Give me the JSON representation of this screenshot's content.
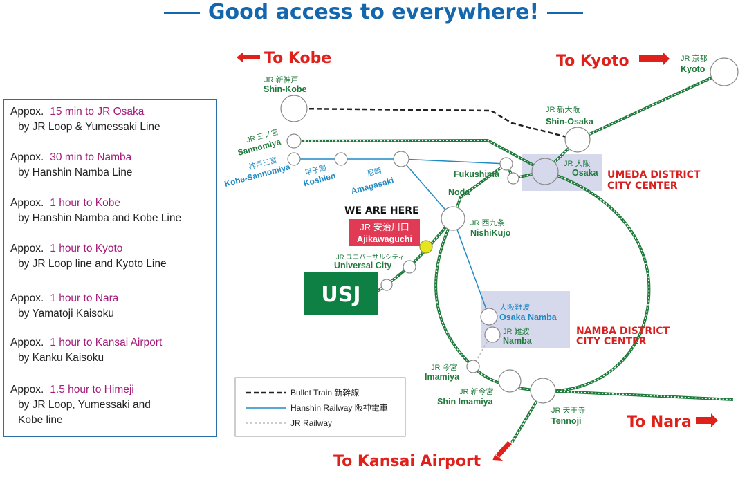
{
  "title": "Good access to everywhere!",
  "directions": {
    "kobe": "To Kobe",
    "kyoto": "To Kyoto",
    "nara": "To Nara",
    "kansai": "To Kansai Airport"
  },
  "stations": {
    "shin_kobe": {
      "jp": "JR 新神戸",
      "en": "Shin-Kobe"
    },
    "sannomiya": {
      "jp": "JR 三ノ宮",
      "en": "Sannomiya"
    },
    "kobe_sannomiya": {
      "jp": "神戸三宮",
      "en": "Kobe-Sannomiya"
    },
    "koshien": {
      "jp": "甲子園",
      "en": "Koshien"
    },
    "amagasaki": {
      "jp": "尼崎",
      "en": "Amagasaki"
    },
    "shin_osaka": {
      "jp": "JR 新大阪",
      "en": "Shin-Osaka"
    },
    "kyoto": {
      "jp": "JR 京都",
      "en": "Kyoto"
    },
    "osaka": {
      "jp": "JR 大阪",
      "en": "Osaka"
    },
    "fukushima": {
      "en": "Fukushima"
    },
    "noda": {
      "en": "Noda"
    },
    "nishikujo": {
      "jp": "JR 西九条",
      "en": "NishiKujo"
    },
    "ajikawaguchi": {
      "jp": "JR 安治川口",
      "en": "Ajikawaguchi"
    },
    "universal_city": {
      "jp": "JR ユニバーサルシティ",
      "en": "Universal City"
    },
    "osaka_namba": {
      "jp": "大阪難波",
      "en": "Osaka Namba"
    },
    "namba": {
      "jp": "JR 難波",
      "en": "Namba"
    },
    "imamiya": {
      "jp": "JR 今宮",
      "en": "Imamiya"
    },
    "shin_imamiya": {
      "jp": "JR 新今宮",
      "en": "Shin Imamiya"
    },
    "tennoji": {
      "jp": "JR 天王寺",
      "en": "Tennoji"
    }
  },
  "we_are_here": "WE ARE HERE",
  "usj": "USJ",
  "districts": {
    "umeda": [
      "UMEDA DISTRICT",
      "CITY CENTER"
    ],
    "namba": [
      "NAMBA DISTRICT",
      "CITY CENTER"
    ]
  },
  "legend": [
    {
      "label": "Bullet Train 新幹線"
    },
    {
      "label": "Hanshin Railway 阪神電車"
    },
    {
      "label": "JR Railway"
    }
  ],
  "access": [
    {
      "prefix": "Appox.",
      "highlight": "15 min to JR Osaka",
      "by": "by JR Loop & Yumessaki Line"
    },
    {
      "prefix": "Appox.",
      "highlight": "30 min to Namba",
      "by": "by Hanshin Namba Line"
    },
    {
      "prefix": "Appox.",
      "highlight": "1 hour to Kobe",
      "by": "by Hanshin Namba and Kobe Line"
    },
    {
      "prefix": "Appox.",
      "highlight": "1 hour to Kyoto",
      "by": "by JR Loop line and Kyoto Line"
    },
    {
      "prefix": "Appox.",
      "highlight": "1 hour to Nara",
      "by": "by Yamatoji Kaisoku"
    },
    {
      "prefix": "Appox.",
      "highlight": "1 hour to Kansai Airport",
      "by": "by Kanku Kaisoku"
    },
    {
      "prefix": "Appox.",
      "highlight": "1.5 hour to Himeji",
      "by": "by JR Loop, Yumessaki and",
      "by2": "Kobe line"
    }
  ],
  "colors": {
    "title": "#1467ad",
    "accent_red": "#e0201b",
    "jr_green": "#1e7a3a",
    "hanshin_blue": "#1f8ac3",
    "highlight_text": "#a51c7b",
    "usj_green": "#0f8043",
    "station_tag_red": "#e03a55",
    "district_box": "#d6d8ec",
    "here_dot": "#e6e620"
  }
}
